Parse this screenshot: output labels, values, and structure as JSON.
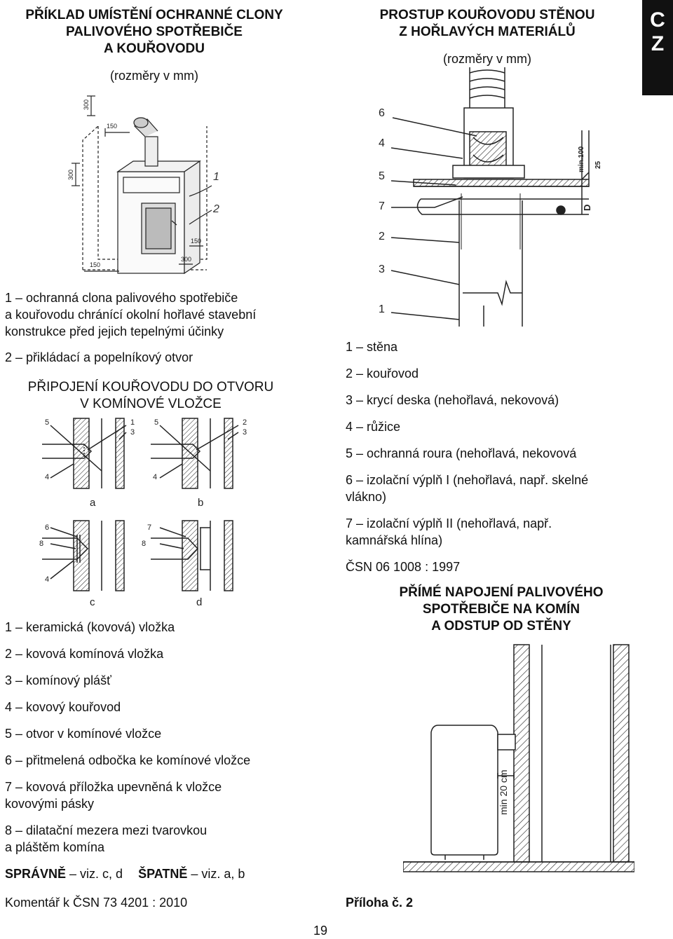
{
  "lang_tab": [
    "C",
    "Z"
  ],
  "left_top": {
    "title": [
      "PŘÍKLAD UMÍSTĚNÍ OCHRANNÉ CLONY",
      "PALIVOVÉHO SPOTŘEBIČE",
      "A KOUŘOVODU"
    ],
    "subtitle": "(rozměry v mm)",
    "dims": [
      "300",
      "150",
      "300",
      "150",
      "150",
      "300"
    ],
    "callouts": [
      "1",
      "2"
    ],
    "items": [
      [
        "1 – ochranná clona palivového spotřebiče",
        "a kouřovodu chránící okolní hořlavé stavební",
        "konstrukce před jejich tepelnými účinky"
      ],
      [
        "2 – přikládací a popelníkový otvor"
      ]
    ]
  },
  "right_top": {
    "title": [
      "PROSTUP KOUŘOVODU STĚNOU",
      "Z HOŘLAVÝCH MATERIÁLŮ"
    ],
    "subtitle": "(rozměry v mm)",
    "callouts": [
      "6",
      "4",
      "5",
      "7",
      "2",
      "3",
      "1"
    ],
    "dims": [
      "min.100",
      "25",
      "D"
    ],
    "items": [
      [
        "1 – stěna"
      ],
      [
        "2 – kouřovod"
      ],
      [
        "3 – krycí deska (nehořlavá, nekovová)"
      ],
      [
        "4 – růžice"
      ],
      [
        "5 – ochranná roura (nehořlavá, nekovová"
      ],
      [
        "6 – izolační výplň I (nehořlavá, např. skelné",
        "vlákno)"
      ],
      [
        "7 – izolační výplň II (nehořlavá,  např.",
        "kamnářská hlína)"
      ]
    ],
    "norm": "ČSN 06 1008 : 1997"
  },
  "left_mid": {
    "title": [
      "PŘIPOJENÍ KOUŘOVODU DO OTVORU",
      "V KOMÍNOVÉ VLOŽCE"
    ],
    "diagram_labels": {
      "a": [
        "5",
        "1",
        "3",
        "4",
        "a"
      ],
      "b": [
        "5",
        "2",
        "3",
        "4",
        "b"
      ],
      "c": [
        "6",
        "8",
        "4",
        "c"
      ],
      "d": [
        "7",
        "8",
        "d"
      ]
    },
    "items": [
      [
        "1 – keramická (kovová) vložka"
      ],
      [
        "2 – kovová komínová vložka"
      ],
      [
        "3 – komínový plášť"
      ],
      [
        "4 – kovový kouřovod"
      ],
      [
        "5 – otvor v komínové vložce"
      ],
      [
        "6 – přitmelená odbočka ke komínové vložce"
      ],
      [
        "7 – kovová příložka upevněná k vložce",
        "kovovými pásky"
      ],
      [
        "8 – dilatační mezera mezi tvarovkou",
        "a pláštěm komína"
      ]
    ],
    "correct_label": "SPRÁVNĚ",
    "correct_ref": " – viz. c, d",
    "wrong_label": "ŠPATNĚ",
    "wrong_ref": " – viz. a, b",
    "comment": "Komentář k ČSN 73 4201 : 2010"
  },
  "right_bottom": {
    "title": [
      "PŘÍMÉ NAPOJENÍ PALIVOVÉHO",
      "SPOTŘEBIČE NA KOMÍN",
      "A ODSTUP OD STĚNY"
    ],
    "dim": "min 20 cm"
  },
  "appendix": "Příloha č. 2",
  "page_number": "19"
}
